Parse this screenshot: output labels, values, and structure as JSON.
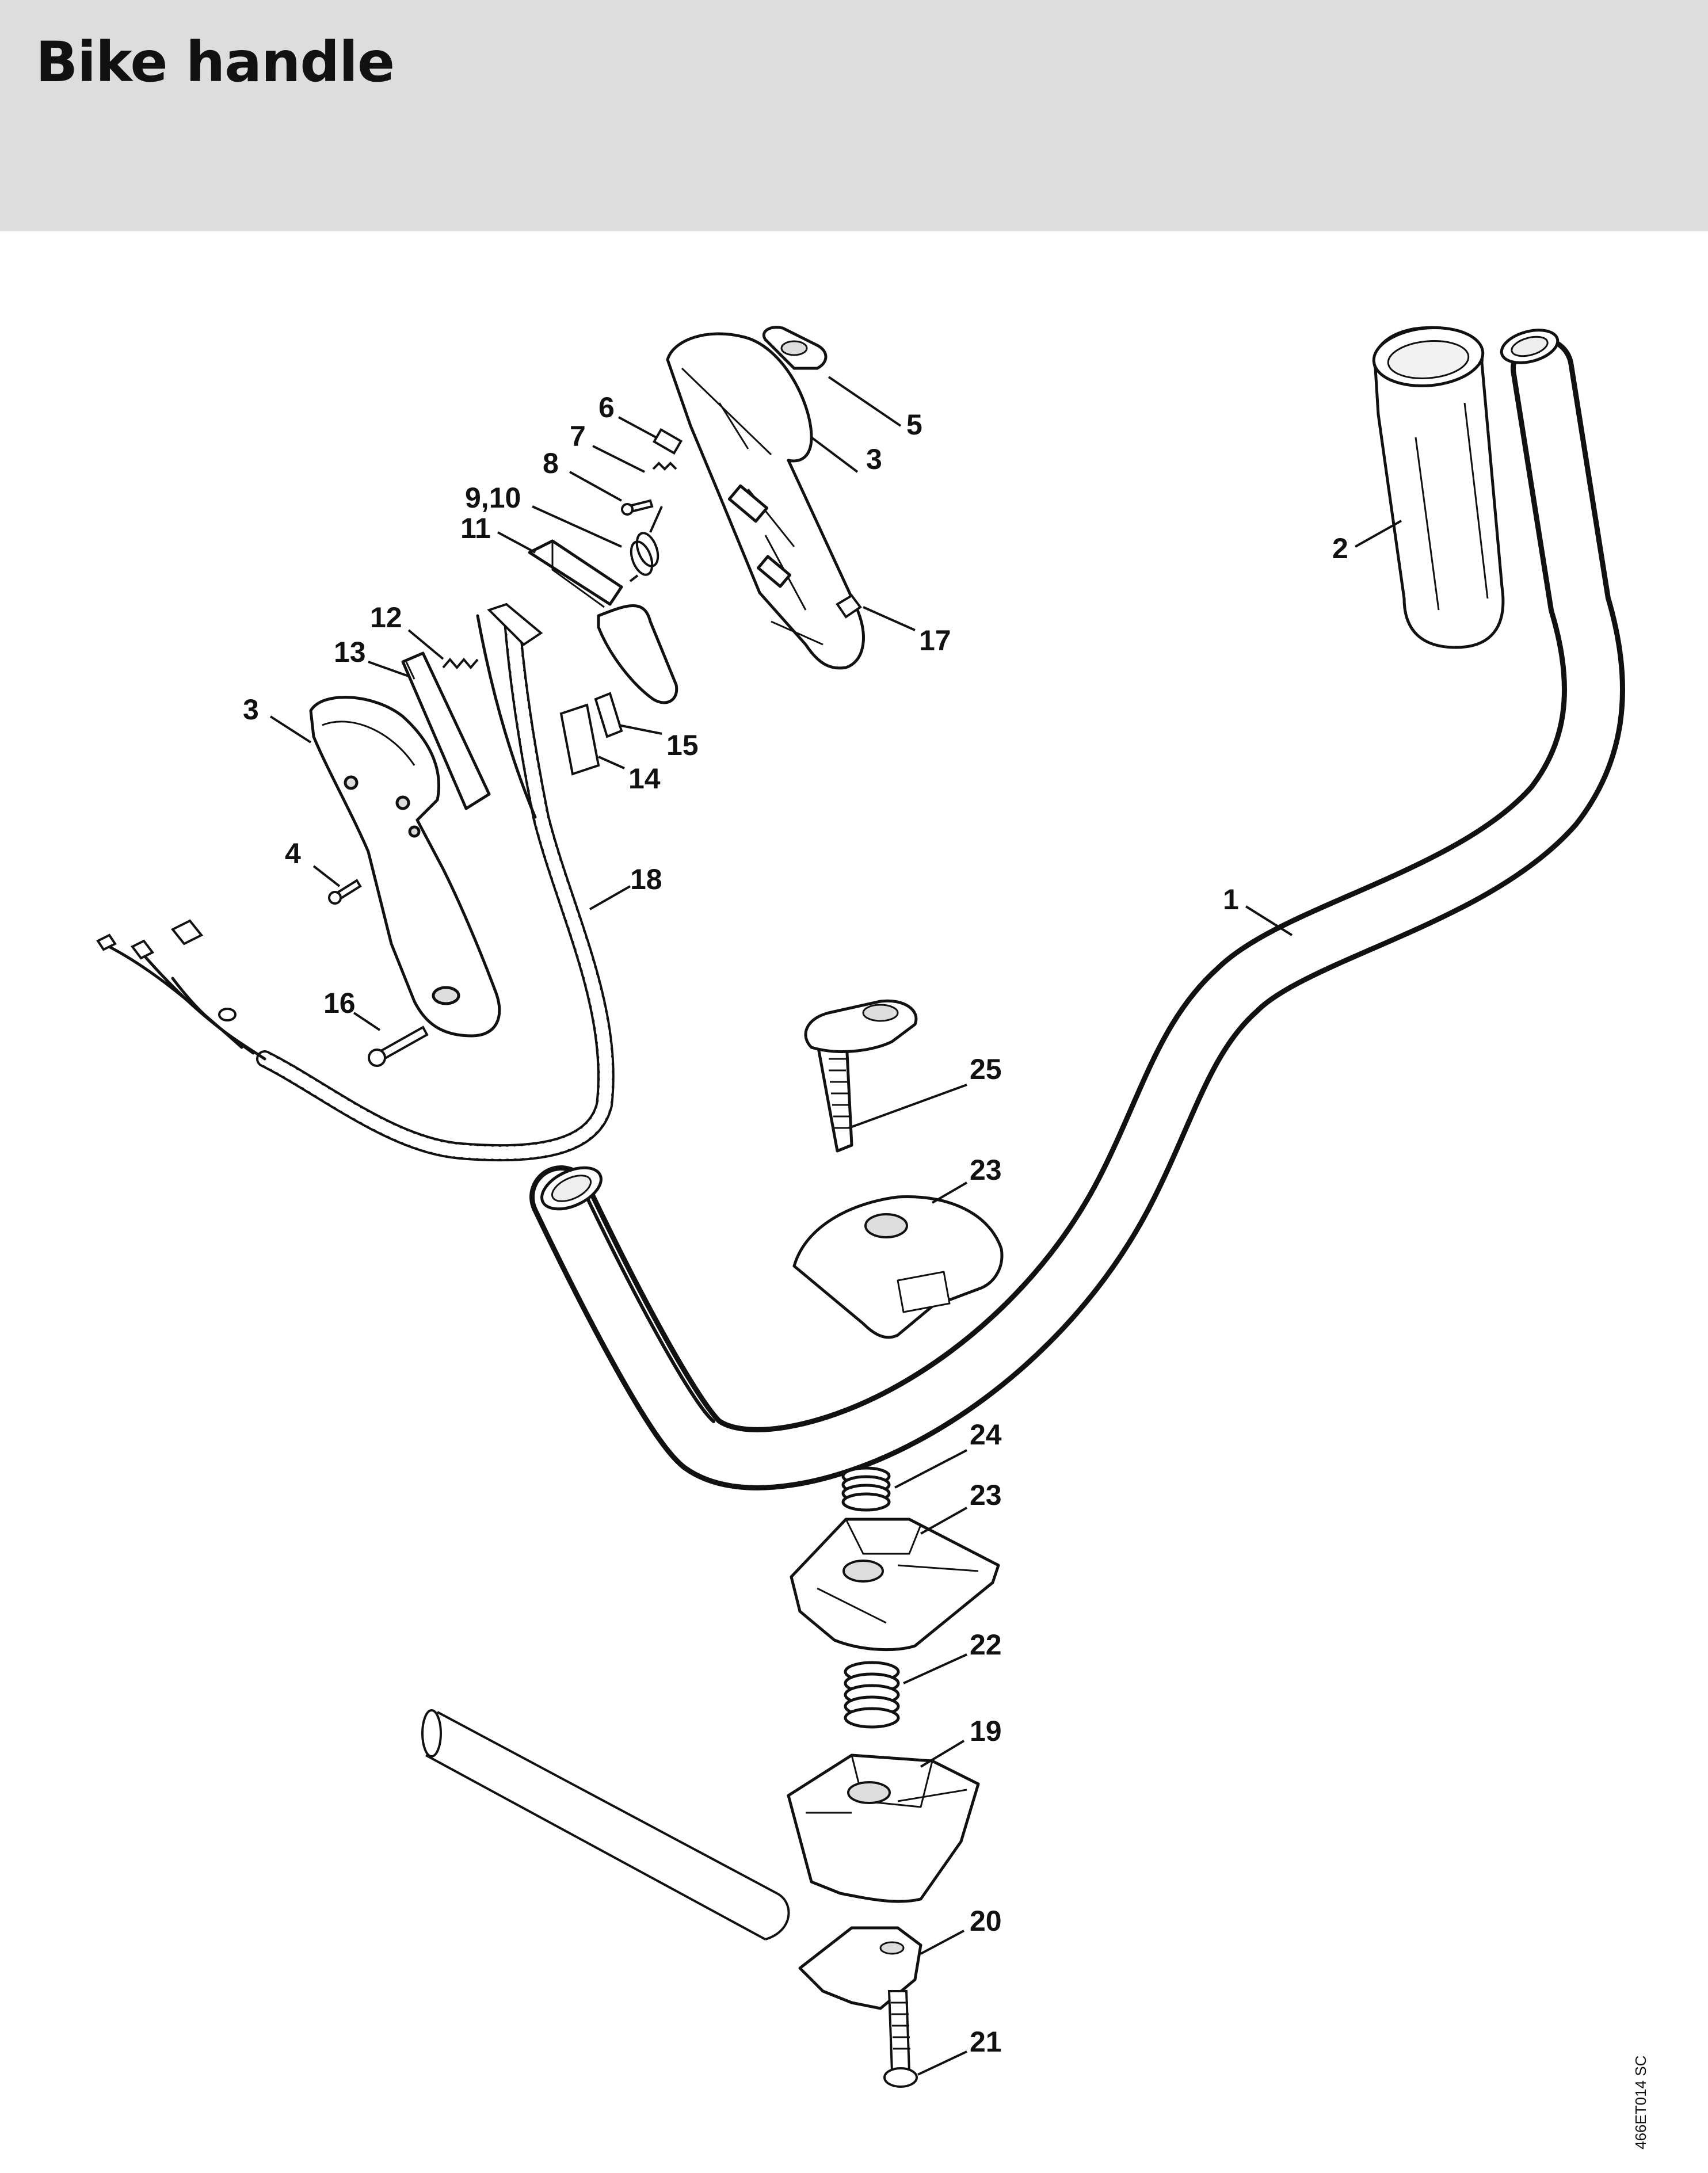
{
  "page": {
    "title": "Bike handle"
  },
  "diagram_code": "466ET014 SC",
  "callouts": [
    {
      "id": "1",
      "label": "1"
    },
    {
      "id": "2",
      "label": "2"
    },
    {
      "id": "3a",
      "label": "3"
    },
    {
      "id": "3b",
      "label": "3"
    },
    {
      "id": "4",
      "label": "4"
    },
    {
      "id": "5",
      "label": "5"
    },
    {
      "id": "6",
      "label": "6"
    },
    {
      "id": "7",
      "label": "7"
    },
    {
      "id": "8",
      "label": "8"
    },
    {
      "id": "9-10",
      "label": "9,10"
    },
    {
      "id": "11",
      "label": "11"
    },
    {
      "id": "12",
      "label": "12"
    },
    {
      "id": "13",
      "label": "13"
    },
    {
      "id": "14",
      "label": "14"
    },
    {
      "id": "15",
      "label": "15"
    },
    {
      "id": "16",
      "label": "16"
    },
    {
      "id": "17",
      "label": "17"
    },
    {
      "id": "18",
      "label": "18"
    },
    {
      "id": "19",
      "label": "19"
    },
    {
      "id": "20",
      "label": "20"
    },
    {
      "id": "21",
      "label": "21"
    },
    {
      "id": "22",
      "label": "22"
    },
    {
      "id": "23a",
      "label": "23"
    },
    {
      "id": "23b",
      "label": "23"
    },
    {
      "id": "24",
      "label": "24"
    },
    {
      "id": "25",
      "label": "25"
    }
  ]
}
